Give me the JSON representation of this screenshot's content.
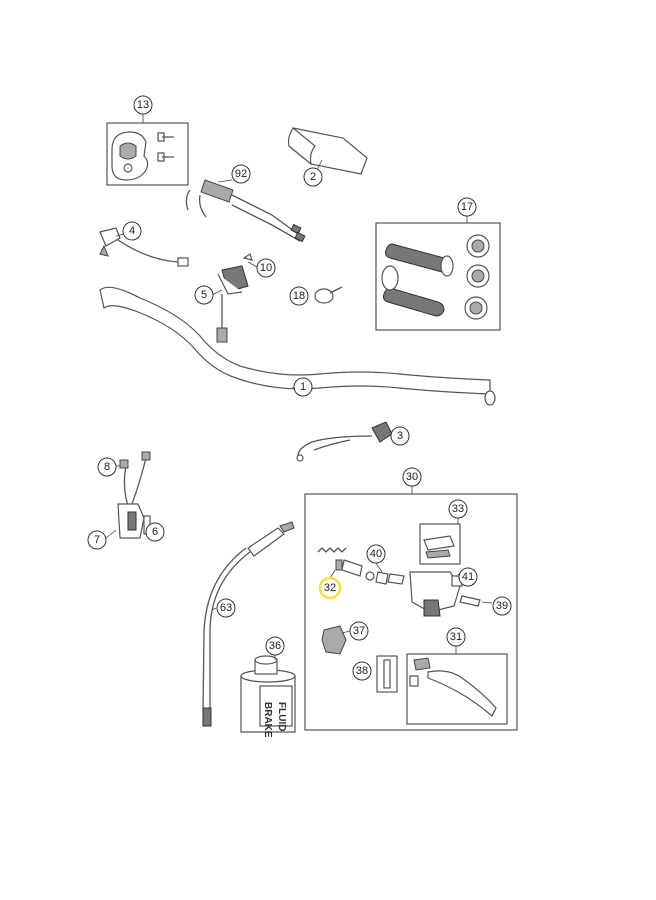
{
  "callouts": {
    "c1": "1",
    "c2": "2",
    "c3": "3",
    "c4": "4",
    "c5": "5",
    "c6": "6",
    "c7": "7",
    "c8": "8",
    "c10": "10",
    "c13": "13",
    "c17": "17",
    "c18": "18",
    "c30": "30",
    "c31": "31",
    "c32": "32",
    "c33": "33",
    "c36": "36",
    "c37": "37",
    "c38": "38",
    "c39": "39",
    "c40": "40",
    "c41": "41",
    "c63": "63",
    "c92": "92"
  },
  "highlighted_callout": "32",
  "brake_fluid_label": [
    "BRAKE",
    "FLUID"
  ]
}
